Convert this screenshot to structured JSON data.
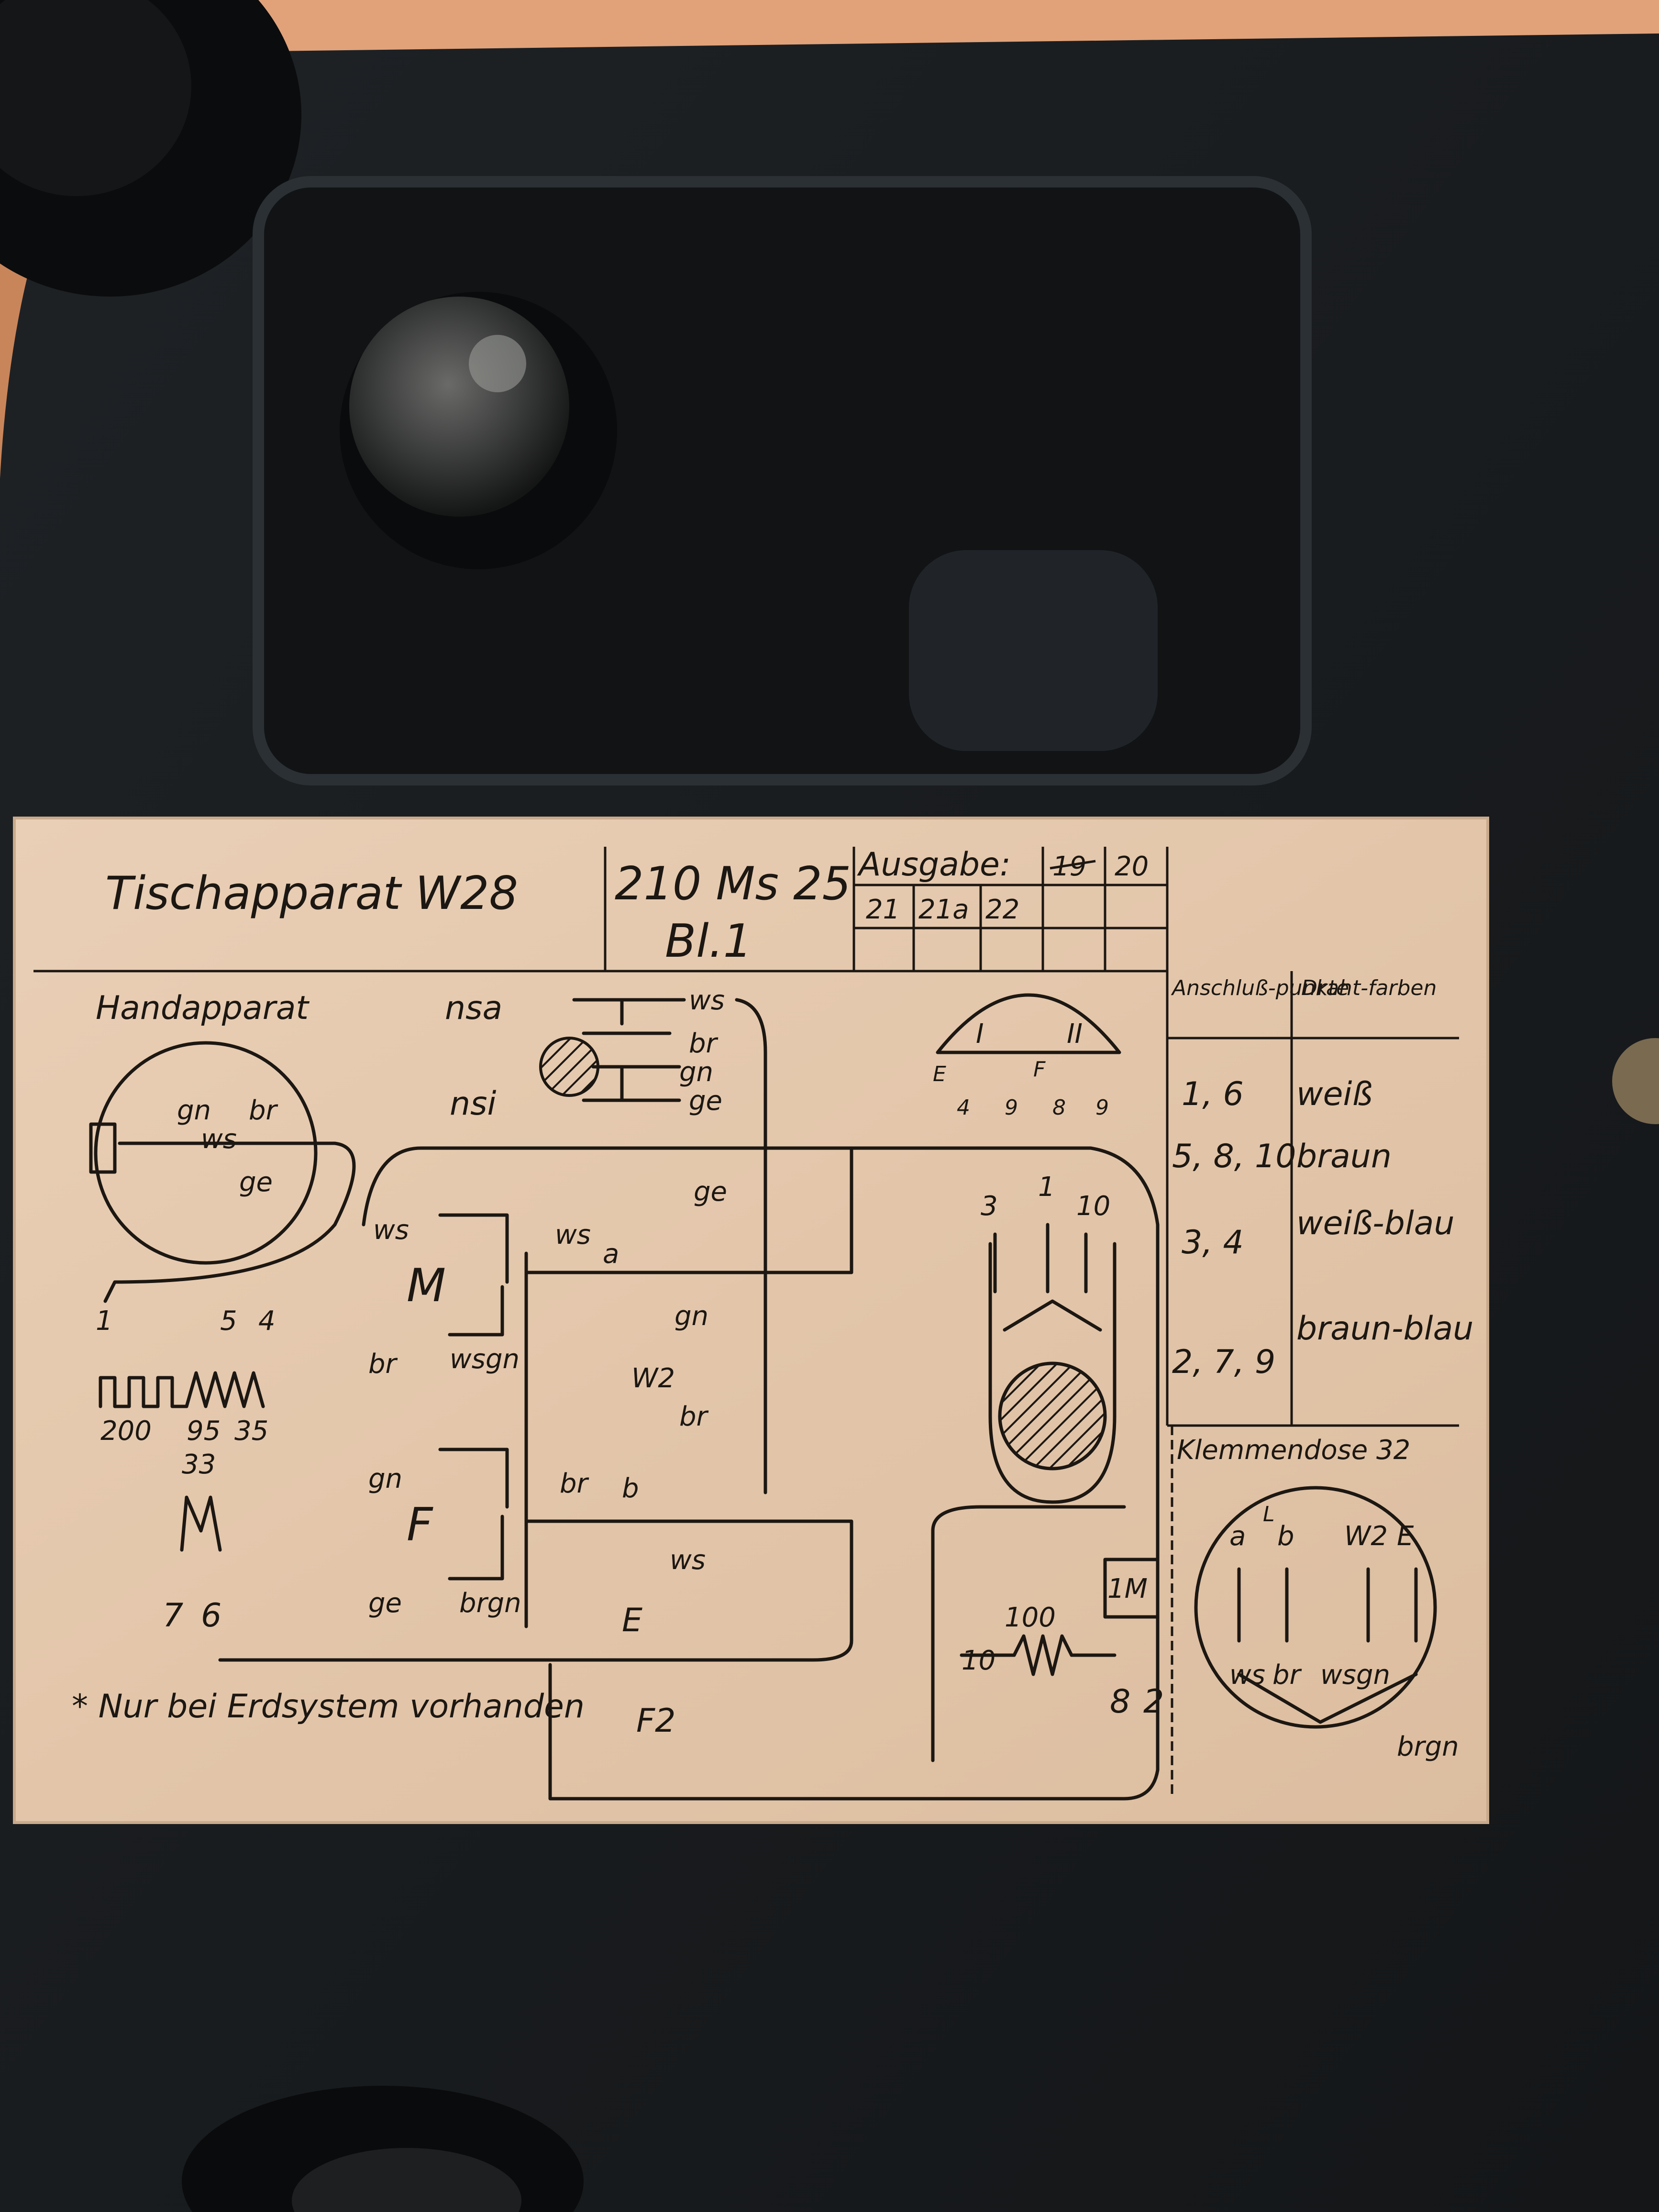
{
  "label": {
    "title": "Tischapparat W28",
    "code": "210 Ms 25",
    "sheet": "Bl.1",
    "ausgabe": "Ausgabe:",
    "edition_top": [
      "19",
      "20"
    ],
    "edition_bottom": [
      "21",
      "21a",
      "22"
    ]
  },
  "table": {
    "header_a": "Anschluß-punkte",
    "header_b": "Draht-farben",
    "rows": [
      {
        "points": "1, 6",
        "color": "weiß"
      },
      {
        "points": "5, 8, 10",
        "color": "braun"
      },
      {
        "points": "3, 4",
        "color": "weiß-blau"
      },
      {
        "points": "2, 7, 9",
        "color": "braun-blau"
      }
    ]
  },
  "diagram": {
    "handapparat": "Handapparat",
    "hand_labels": [
      "gn",
      "br",
      "ws",
      "ge"
    ],
    "nsa": "nsa",
    "nsi": "nsi",
    "nsa_wires": [
      "ws",
      "br",
      "gn",
      "ge"
    ],
    "numbers_left": [
      "1",
      "5",
      "4"
    ],
    "resistors": [
      "200",
      "95",
      "35"
    ],
    "coil": "33",
    "numbers_bottom_left": [
      "7",
      "6"
    ],
    "m_label": "M",
    "f_label": "F",
    "f2_label": "F2",
    "w2_label": "W2",
    "e_label": "E",
    "a_label": "a",
    "b_label": "b",
    "left_wires": [
      "ws",
      "br",
      "gn",
      "ge"
    ],
    "mid_wires": [
      "ws",
      "wsgn",
      "br",
      "brgn"
    ],
    "right_wires": [
      "ge",
      "gn",
      "br",
      "ws"
    ],
    "footnote": "* Nur bei Erdsystem vorhanden",
    "bell_labels": [
      "I",
      "II",
      "E",
      "4",
      "9",
      "F",
      "8",
      "9",
      "3",
      "1",
      "10"
    ],
    "resistor_100": "100",
    "r10": "10",
    "cap": "1M",
    "cap_pins": [
      "8",
      "2"
    ]
  },
  "klemmendose": {
    "title": "Klemmendose 32",
    "terminals": [
      "a",
      "b",
      "L",
      "W2",
      "E"
    ],
    "wires": [
      "ws",
      "br",
      "wsgn",
      "brgn"
    ]
  }
}
